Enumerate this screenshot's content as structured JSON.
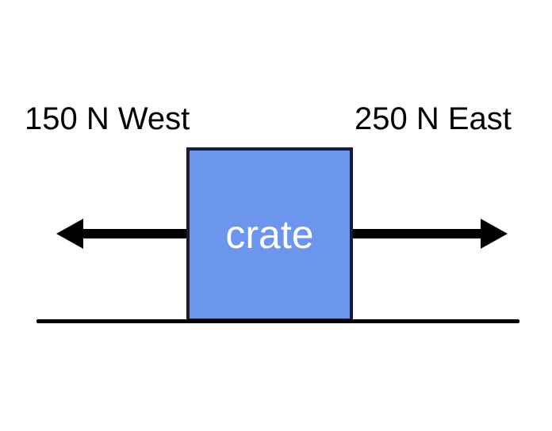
{
  "diagram": {
    "object_label": "crate",
    "west_force": {
      "label": "150 N West",
      "magnitude_n": 150,
      "direction": "West"
    },
    "east_force": {
      "label": "250 N East",
      "magnitude_n": 250,
      "direction": "East"
    }
  },
  "colors": {
    "crate-fill": "#6c96ee",
    "crate-border": "#1a1a33",
    "crate-text-color": "#ffffff",
    "arrow-color": "#000000",
    "ground-color": "#000000",
    "label-color": "#000000"
  }
}
